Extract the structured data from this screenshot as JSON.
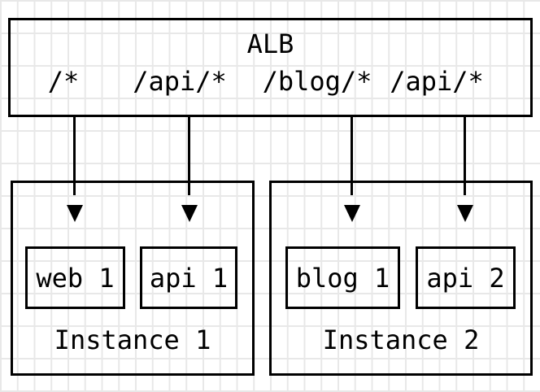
{
  "alb": {
    "title": "ALB",
    "routes": [
      {
        "label": "/*"
      },
      {
        "label": "/api/*"
      },
      {
        "label": "/blog/*"
      },
      {
        "label": "/api/*"
      }
    ]
  },
  "instances": [
    {
      "label": "Instance 1",
      "targets": [
        "web 1",
        "api 1"
      ]
    },
    {
      "label": "Instance 2",
      "targets": [
        "blog 1",
        "api 2"
      ]
    }
  ],
  "colors": {
    "line": "#000000",
    "text": "#000000",
    "grid": "#e8e8e8",
    "background": "#ffffff"
  }
}
